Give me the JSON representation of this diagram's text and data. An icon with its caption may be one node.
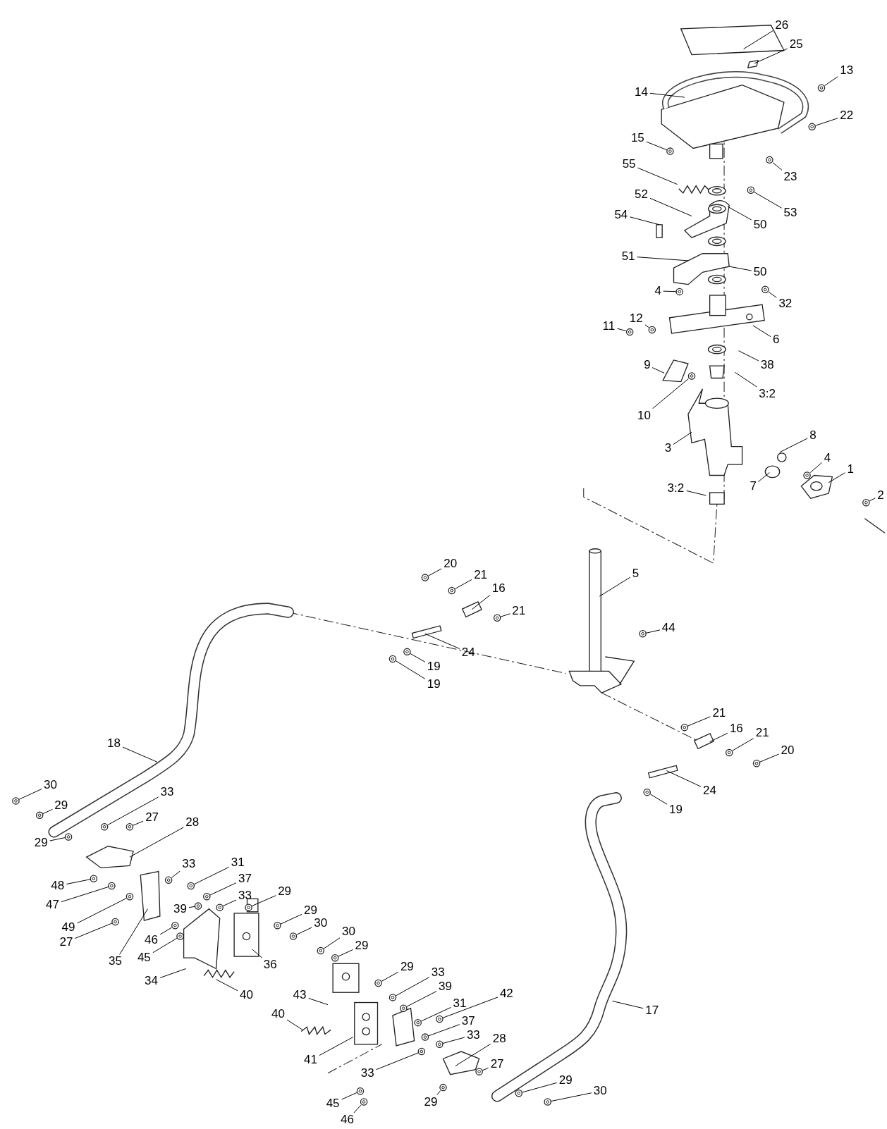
{
  "diagram": {
    "nodes": [
      {
        "text": [
          "26"
        ]
      },
      {
        "text": [
          "25"
        ]
      },
      {
        "text": [
          "14"
        ]
      },
      {
        "text": [
          "13"
        ]
      },
      {
        "text": [
          "22"
        ]
      },
      {
        "text": [
          "15"
        ]
      },
      {
        "text": [
          "23"
        ]
      },
      {
        "text": [
          "55"
        ]
      },
      {
        "text": [
          "53"
        ]
      },
      {
        "text": [
          "52"
        ]
      },
      {
        "text": [
          "50"
        ]
      },
      {
        "text": [
          "54"
        ]
      },
      {
        "text": [
          "50"
        ]
      },
      {
        "text": [
          "51"
        ]
      },
      {
        "text": [
          "4"
        ]
      },
      {
        "text": [
          "32"
        ]
      },
      {
        "text": [
          "12"
        ]
      },
      {
        "text": [
          "6"
        ]
      },
      {
        "text": [
          "11"
        ]
      },
      {
        "text": [
          "38"
        ]
      },
      {
        "text": [
          "9"
        ]
      },
      {
        "text": [
          "3:2"
        ]
      },
      {
        "text": [
          "10"
        ]
      },
      {
        "text": [
          "8"
        ]
      },
      {
        "text": [
          "3"
        ]
      },
      {
        "text": [
          "4"
        ]
      },
      {
        "text": [
          "1"
        ]
      },
      {
        "text": [
          "7"
        ]
      },
      {
        "text": [
          "2"
        ]
      },
      {
        "text": [
          "3:2"
        ]
      },
      {
        "text": [
          "20"
        ]
      },
      {
        "text": [
          "21"
        ]
      },
      {
        "text": [
          "16"
        ]
      },
      {
        "text": [
          "21"
        ]
      },
      {
        "text": [
          "5"
        ]
      },
      {
        "text": [
          "24"
        ]
      },
      {
        "text": [
          "19"
        ]
      },
      {
        "text": [
          "19"
        ]
      },
      {
        "text": [
          "44"
        ]
      },
      {
        "text": [
          "21"
        ]
      },
      {
        "text": [
          "16"
        ]
      },
      {
        "text": [
          "21"
        ]
      },
      {
        "text": [
          "20"
        ]
      },
      {
        "text": [
          "24"
        ]
      },
      {
        "text": [
          "19"
        ]
      },
      {
        "text": [
          "18"
        ]
      },
      {
        "text": [
          "30"
        ]
      },
      {
        "text": [
          "29"
        ]
      },
      {
        "text": [
          "33"
        ]
      },
      {
        "text": [
          "27"
        ]
      },
      {
        "text": [
          "28"
        ]
      },
      {
        "text": [
          "29"
        ]
      },
      {
        "text": [
          "33"
        ]
      },
      {
        "text": [
          "31"
        ]
      },
      {
        "text": [
          "48"
        ]
      },
      {
        "text": [
          "47"
        ]
      },
      {
        "text": [
          "37"
        ]
      },
      {
        "text": [
          "33"
        ]
      },
      {
        "text": [
          "49"
        ]
      },
      {
        "text": [
          "39"
        ]
      },
      {
        "text": [
          "29"
        ]
      },
      {
        "text": [
          "29"
        ]
      },
      {
        "text": [
          "30"
        ]
      },
      {
        "text": [
          "27"
        ]
      },
      {
        "text": [
          "46"
        ]
      },
      {
        "text": [
          "30"
        ]
      },
      {
        "text": [
          "29"
        ]
      },
      {
        "text": [
          "45"
        ]
      },
      {
        "text": [
          "35"
        ]
      },
      {
        "text": [
          "36"
        ]
      },
      {
        "text": [
          "34"
        ]
      },
      {
        "text": [
          "40"
        ]
      },
      {
        "text": [
          "29"
        ]
      },
      {
        "text": [
          "33"
        ]
      },
      {
        "text": [
          "39"
        ]
      },
      {
        "text": [
          "31"
        ]
      },
      {
        "text": [
          "42"
        ]
      },
      {
        "text": [
          "43"
        ]
      },
      {
        "text": [
          "37"
        ]
      },
      {
        "text": [
          "40"
        ]
      },
      {
        "text": [
          "33"
        ]
      },
      {
        "text": [
          "28"
        ]
      },
      {
        "text": [
          "17"
        ]
      },
      {
        "text": [
          "41"
        ]
      },
      {
        "text": [
          "27"
        ]
      },
      {
        "text": [
          "33"
        ]
      },
      {
        "text": [
          "29"
        ]
      },
      {
        "text": [
          "30"
        ]
      },
      {
        "text": [
          "29"
        ]
      },
      {
        "text": [
          "45"
        ]
      },
      {
        "text": [
          "46"
        ]
      },
      {
        "text": [],
        "shape": "circle"
      },
      {
        "text": [],
        "shape": "circle"
      },
      {
        "text": [],
        "shape": "circle"
      },
      {
        "text": [],
        "shape": "circle"
      },
      {
        "text": [],
        "shape": "circle"
      },
      {
        "text": [],
        "shape": "circle"
      },
      {
        "text": [],
        "shape": "circle"
      },
      {
        "text": [],
        "shape": "circle"
      },
      {
        "text": [],
        "shape": "circle"
      },
      {
        "text": [],
        "shape": "circle"
      },
      {
        "text": [],
        "shape": "circle"
      },
      {
        "text": [],
        "shape": "circle"
      },
      {
        "text": [],
        "shape": "circle"
      },
      {
        "text": [],
        "shape": "circle"
      },
      {
        "text": [],
        "shape": "circle"
      },
      {
        "text": [],
        "shape": "circle"
      },
      {
        "text": [],
        "shape": "circle"
      },
      {
        "text": [],
        "shape": "circle"
      },
      {
        "text": [],
        "shape": "circle"
      },
      {
        "text": [],
        "shape": "circle"
      },
      {
        "text": [],
        "shape": "circle"
      },
      {
        "text": [],
        "shape": "circle"
      },
      {
        "text": [],
        "shape": "circle"
      },
      {
        "text": [],
        "shape": "circle"
      },
      {
        "text": [],
        "shape": "circle"
      },
      {
        "text": [],
        "shape": "circle"
      },
      {
        "text": [],
        "shape": "circle"
      },
      {
        "text": [],
        "shape": "circle"
      },
      {
        "text": [],
        "shape": "circle"
      },
      {
        "text": [],
        "shape": "circle"
      },
      {
        "text": [],
        "shape": "circle"
      },
      {
        "text": [],
        "shape": "circle"
      },
      {
        "text": [],
        "shape": "circle"
      },
      {
        "text": [],
        "shape": "circle"
      },
      {
        "text": [],
        "shape": "circle"
      },
      {
        "text": [],
        "shape": "circle"
      },
      {
        "text": [],
        "shape": "circle"
      },
      {
        "text": [],
        "shape": "circle"
      },
      {
        "text": [],
        "shape": "circle"
      },
      {
        "text": [],
        "shape": "circle"
      },
      {
        "text": [],
        "shape": "circle"
      },
      {
        "text": [],
        "shape": "circle"
      },
      {
        "text": [],
        "shape": "circle"
      },
      {
        "text": [],
        "shape": "circle"
      },
      {
        "text": [],
        "shape": "circle"
      },
      {
        "text": [],
        "shape": "circle"
      },
      {
        "text": [],
        "shape": "circle"
      },
      {
        "text": [],
        "shape": "circle"
      },
      {
        "text": [],
        "shape": "circle"
      },
      {
        "text": [],
        "shape": "circle"
      },
      {
        "text": [],
        "shape": "circle"
      },
      {
        "text": [],
        "shape": "circle"
      },
      {
        "text": [],
        "shape": "circle"
      },
      {
        "text": [],
        "shape": "circle"
      },
      {
        "text": [],
        "shape": "circle"
      },
      {
        "text": [],
        "shape": "circle"
      },
      {
        "text": [],
        "shape": "circle"
      }
    ],
    "edges": [
      {
        "from": 0,
        "to": null,
        "arrow": "none"
      },
      {
        "from": 1,
        "to": null,
        "arrow": "none"
      },
      {
        "from": 2,
        "to": null,
        "arrow": "none"
      },
      {
        "from": 3,
        "to": 91,
        "arrow": "none"
      },
      {
        "from": 4,
        "to": 92,
        "arrow": "none"
      },
      {
        "from": 5,
        "to": 93,
        "arrow": "none"
      },
      {
        "from": 6,
        "to": 94,
        "arrow": "none"
      },
      {
        "from": 7,
        "to": null,
        "arrow": "none"
      },
      {
        "from": 8,
        "to": 95,
        "arrow": "none"
      },
      {
        "from": 9,
        "to": null,
        "arrow": "none"
      },
      {
        "from": 10,
        "to": null,
        "arrow": "none"
      },
      {
        "from": 11,
        "to": null,
        "arrow": "none"
      },
      {
        "from": 12,
        "to": null,
        "arrow": "none"
      },
      {
        "from": 13,
        "to": null,
        "arrow": "none"
      },
      {
        "from": 14,
        "to": 96,
        "arrow": "none"
      },
      {
        "from": 15,
        "to": 97,
        "arrow": "none"
      },
      {
        "from": 16,
        "to": 98,
        "arrow": "none"
      },
      {
        "from": 17,
        "to": null,
        "arrow": "none"
      },
      {
        "from": 18,
        "to": 99,
        "arrow": "none"
      },
      {
        "from": 19,
        "to": null,
        "arrow": "none"
      },
      {
        "from": 20,
        "to": null,
        "arrow": "none"
      },
      {
        "from": 21,
        "to": null,
        "arrow": "none"
      },
      {
        "from": 22,
        "to": 100,
        "arrow": "none"
      },
      {
        "from": 23,
        "to": null,
        "arrow": "none"
      },
      {
        "from": 24,
        "to": null,
        "arrow": "none"
      },
      {
        "from": 25,
        "to": 101,
        "arrow": "none"
      },
      {
        "from": 26,
        "to": null,
        "arrow": "none"
      },
      {
        "from": 27,
        "to": null,
        "arrow": "none"
      },
      {
        "from": 28,
        "to": 102,
        "arrow": "none"
      },
      {
        "from": 29,
        "to": null,
        "arrow": "none"
      },
      {
        "from": 30,
        "to": 103,
        "arrow": "none"
      },
      {
        "from": 31,
        "to": 104,
        "arrow": "none"
      },
      {
        "from": 32,
        "to": null,
        "arrow": "none"
      },
      {
        "from": 33,
        "to": 105,
        "arrow": "none"
      },
      {
        "from": 34,
        "to": null,
        "arrow": "none"
      },
      {
        "from": 35,
        "to": null,
        "arrow": "none"
      },
      {
        "from": 36,
        "to": 106,
        "arrow": "none"
      },
      {
        "from": 37,
        "to": 107,
        "arrow": "none"
      },
      {
        "from": 38,
        "to": 108,
        "arrow": "none"
      },
      {
        "from": 39,
        "to": 109,
        "arrow": "none"
      },
      {
        "from": 40,
        "to": null,
        "arrow": "none"
      },
      {
        "from": 41,
        "to": 110,
        "arrow": "none"
      },
      {
        "from": 42,
        "to": 111,
        "arrow": "none"
      },
      {
        "from": 43,
        "to": null,
        "arrow": "none"
      },
      {
        "from": 44,
        "to": 112,
        "arrow": "none"
      },
      {
        "from": 45,
        "to": null,
        "arrow": "none"
      },
      {
        "from": 46,
        "to": 113,
        "arrow": "none"
      },
      {
        "from": 47,
        "to": 114,
        "arrow": "none"
      },
      {
        "from": 48,
        "to": 115,
        "arrow": "none"
      },
      {
        "from": 49,
        "to": 116,
        "arrow": "none"
      },
      {
        "from": 50,
        "to": null,
        "arrow": "none"
      },
      {
        "from": 51,
        "to": 117,
        "arrow": "none"
      },
      {
        "from": 52,
        "to": 118,
        "arrow": "none"
      },
      {
        "from": 53,
        "to": 119,
        "arrow": "none"
      },
      {
        "from": 54,
        "to": 120,
        "arrow": "none"
      },
      {
        "from": 55,
        "to": 121,
        "arrow": "none"
      },
      {
        "from": 56,
        "to": 122,
        "arrow": "none"
      },
      {
        "from": 57,
        "to": 123,
        "arrow": "none"
      },
      {
        "from": 58,
        "to": 124,
        "arrow": "none"
      },
      {
        "from": 59,
        "to": 125,
        "arrow": "none"
      },
      {
        "from": 60,
        "to": 126,
        "arrow": "none"
      },
      {
        "from": 61,
        "to": 127,
        "arrow": "none"
      },
      {
        "from": 62,
        "to": 128,
        "arrow": "none"
      },
      {
        "from": 63,
        "to": 129,
        "arrow": "none"
      },
      {
        "from": 64,
        "to": 130,
        "arrow": "none"
      },
      {
        "from": 65,
        "to": 131,
        "arrow": "none"
      },
      {
        "from": 66,
        "to": 132,
        "arrow": "none"
      },
      {
        "from": 67,
        "to": 133,
        "arrow": "none"
      },
      {
        "from": 68,
        "to": null,
        "arrow": "none"
      },
      {
        "from": 69,
        "to": null,
        "arrow": "none"
      },
      {
        "from": 70,
        "to": null,
        "arrow": "none"
      },
      {
        "from": 71,
        "to": null,
        "arrow": "none"
      },
      {
        "from": 72,
        "to": 134,
        "arrow": "none"
      },
      {
        "from": 73,
        "to": 135,
        "arrow": "none"
      },
      {
        "from": 74,
        "to": 136,
        "arrow": "none"
      },
      {
        "from": 75,
        "to": 137,
        "arrow": "none"
      },
      {
        "from": 76,
        "to": 138,
        "arrow": "none"
      },
      {
        "from": 77,
        "to": null,
        "arrow": "none"
      },
      {
        "from": 78,
        "to": 139,
        "arrow": "none"
      },
      {
        "from": 79,
        "to": null,
        "arrow": "none"
      },
      {
        "from": 80,
        "to": 140,
        "arrow": "none"
      },
      {
        "from": 81,
        "to": null,
        "arrow": "none"
      },
      {
        "from": 82,
        "to": null,
        "arrow": "none"
      },
      {
        "from": 83,
        "to": null,
        "arrow": "none"
      },
      {
        "from": 84,
        "to": 141,
        "arrow": "none"
      },
      {
        "from": 85,
        "to": 142,
        "arrow": "none"
      },
      {
        "from": 86,
        "to": 143,
        "arrow": "none"
      },
      {
        "from": 87,
        "to": 144,
        "arrow": "none"
      },
      {
        "from": 88,
        "to": 145,
        "arrow": "none"
      },
      {
        "from": 89,
        "to": 146,
        "arrow": "none"
      },
      {
        "from": 90,
        "to": 147,
        "arrow": "none"
      }
    ]
  }
}
